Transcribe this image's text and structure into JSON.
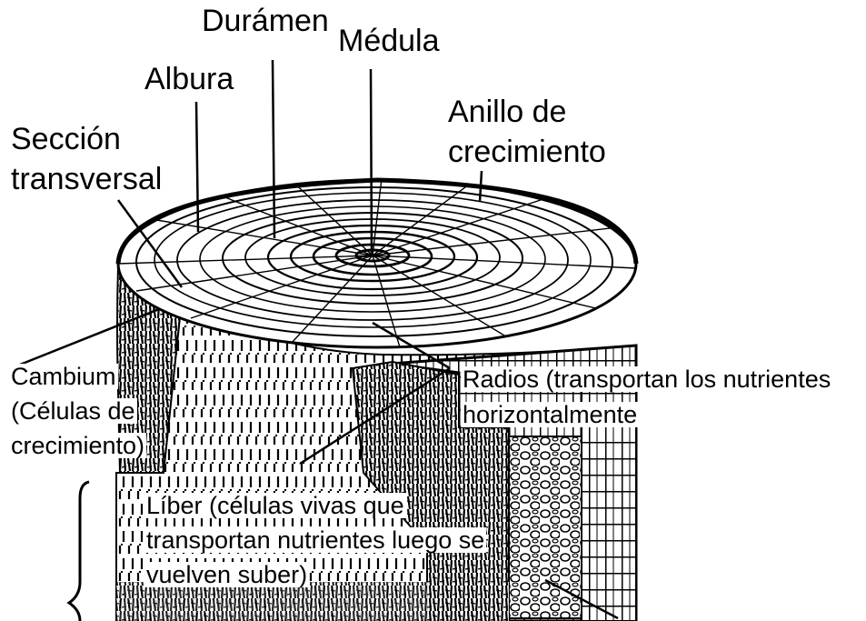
{
  "labels": {
    "duramen": "Durámen",
    "medula": "Médula",
    "albura": "Albura",
    "anillo_line1": "Anillo de",
    "anillo_line2": "crecimiento",
    "seccion_line1": "Sección",
    "seccion_line2": "transversal",
    "cambium_line1": "Cambium",
    "cambium_line2": "(Células de",
    "cambium_line3": "crecimiento)",
    "radios_line1": "Radios (transportan los nutrientes",
    "radios_line2": "horizontalmente",
    "liber_line1": "Líber (células vivas que",
    "liber_line2": "transportan nutrientes luego se",
    "liber_line3": "vuelven suber)"
  },
  "colors": {
    "ink": "#000000",
    "paper": "#ffffff"
  }
}
